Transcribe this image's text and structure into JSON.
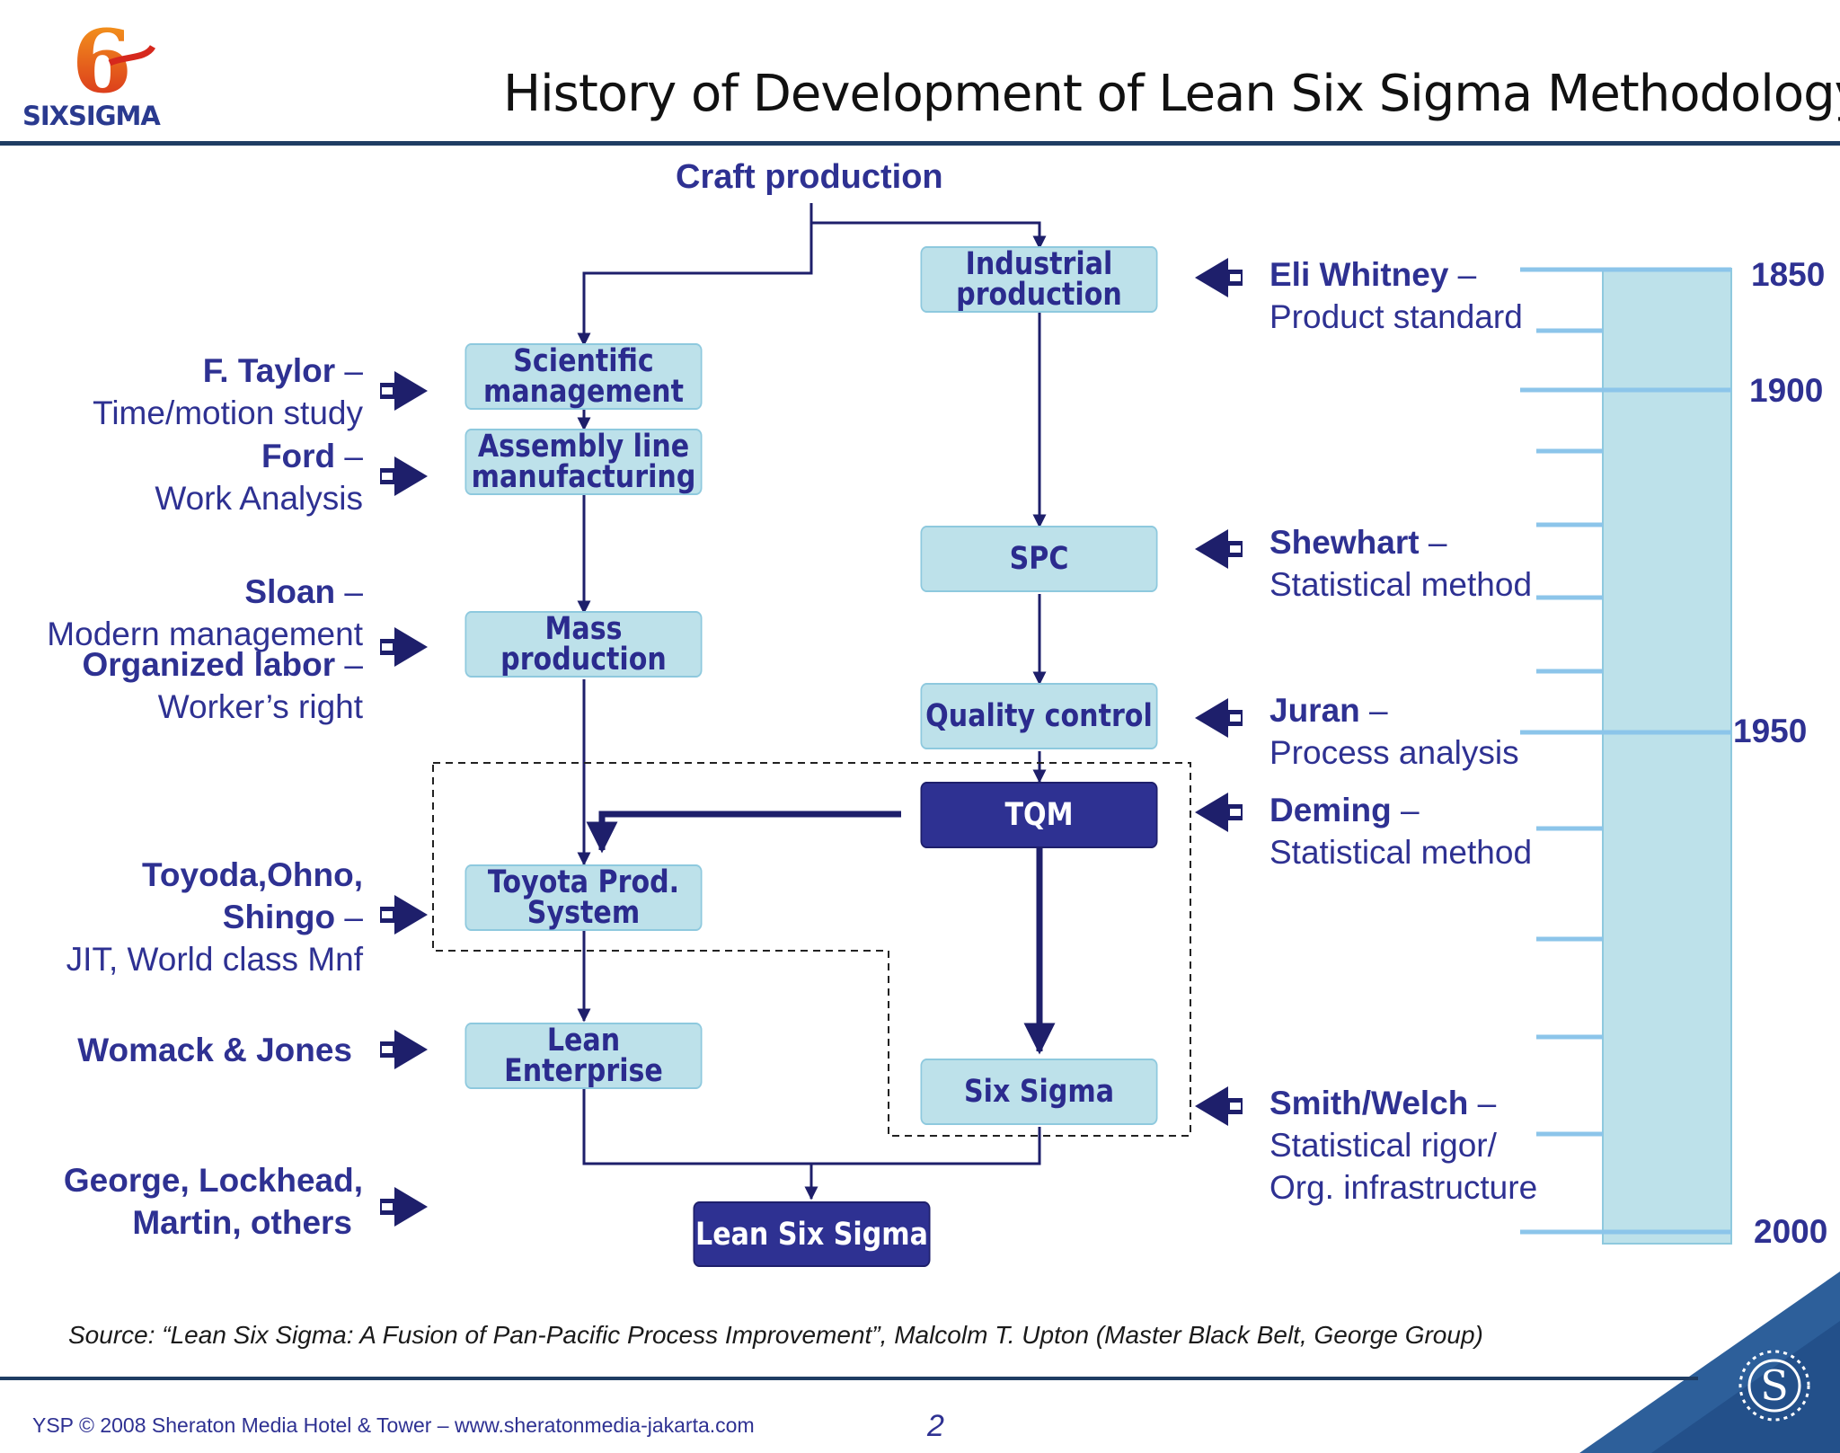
{
  "header": {
    "title": "History of Development of Lean Six Sigma Methodology",
    "logo_text": "SIXSIGMA",
    "logo_glyph": "6"
  },
  "diagram": {
    "craft": "Craft production",
    "boxes": {
      "industrial": [
        "Industrial",
        "production"
      ],
      "scientific": [
        "Scientific",
        "management"
      ],
      "assembly": [
        "Assembly line",
        "manufacturing"
      ],
      "spc": "SPC",
      "mass": "Mass production",
      "quality": "Quality control",
      "tqm": "TQM",
      "toyota": [
        "Toyota Prod.",
        "System"
      ],
      "lean_ent": "Lean Enterprise",
      "six_sigma": "Six Sigma",
      "lss": "Lean Six Sigma"
    }
  },
  "people_left": {
    "taylor": {
      "name": "F. Taylor",
      "dash": " –",
      "desc": "Time/motion study"
    },
    "ford": {
      "name": "Ford",
      "dash": " –",
      "desc": "Work Analysis"
    },
    "sloan": {
      "name": "Sloan",
      "dash": " –",
      "desc": "Modern management"
    },
    "labor": {
      "name": "Organized labor",
      "dash": " –",
      "desc": "Worker’s right"
    },
    "toyoda": {
      "name1": "Toyoda,Ohno,",
      "name2": "Shingo",
      "dash": " –",
      "desc": "JIT, World class Mnf"
    },
    "womack": {
      "name": "Womack & Jones"
    },
    "george": {
      "name1": "George, Lockhead,",
      "name2": "Martin, others"
    }
  },
  "people_right": {
    "whitney": {
      "name": "Eli Whitney",
      "dash": " –",
      "desc": "Product standard"
    },
    "shewhart": {
      "name": "Shewhart",
      "dash": " –",
      "desc": "Statistical method"
    },
    "juran": {
      "name": "Juran",
      "dash": " –",
      "desc": "Process analysis"
    },
    "deming": {
      "name": "Deming",
      "dash": " –",
      "desc": "Statistical method"
    },
    "smith": {
      "name": "Smith/Welch",
      "dash": " –",
      "desc1": "Statistical rigor/",
      "desc2": "Org. infrastructure"
    }
  },
  "timeline": {
    "years": [
      "1850",
      "1900",
      "1950",
      "2000"
    ]
  },
  "source": "Source: “Lean Six Sigma: A Fusion of Pan-Pacific Process Improvement”, Malcolm T. Upton (Master Black Belt, George Group)",
  "footer": {
    "copyright": "YSP © 2008 Sheraton Media Hotel & Tower – www.sheratonmedia-jakarta.com",
    "page": "2",
    "corner_logo": "S"
  },
  "colors": {
    "box_light": "#bde1ea",
    "box_dark": "#2e3192",
    "text_navy": "#2e3192",
    "rule": "#1f3d63",
    "timeline_bar": "#bde1ea",
    "tick": "#8cc5ea"
  }
}
